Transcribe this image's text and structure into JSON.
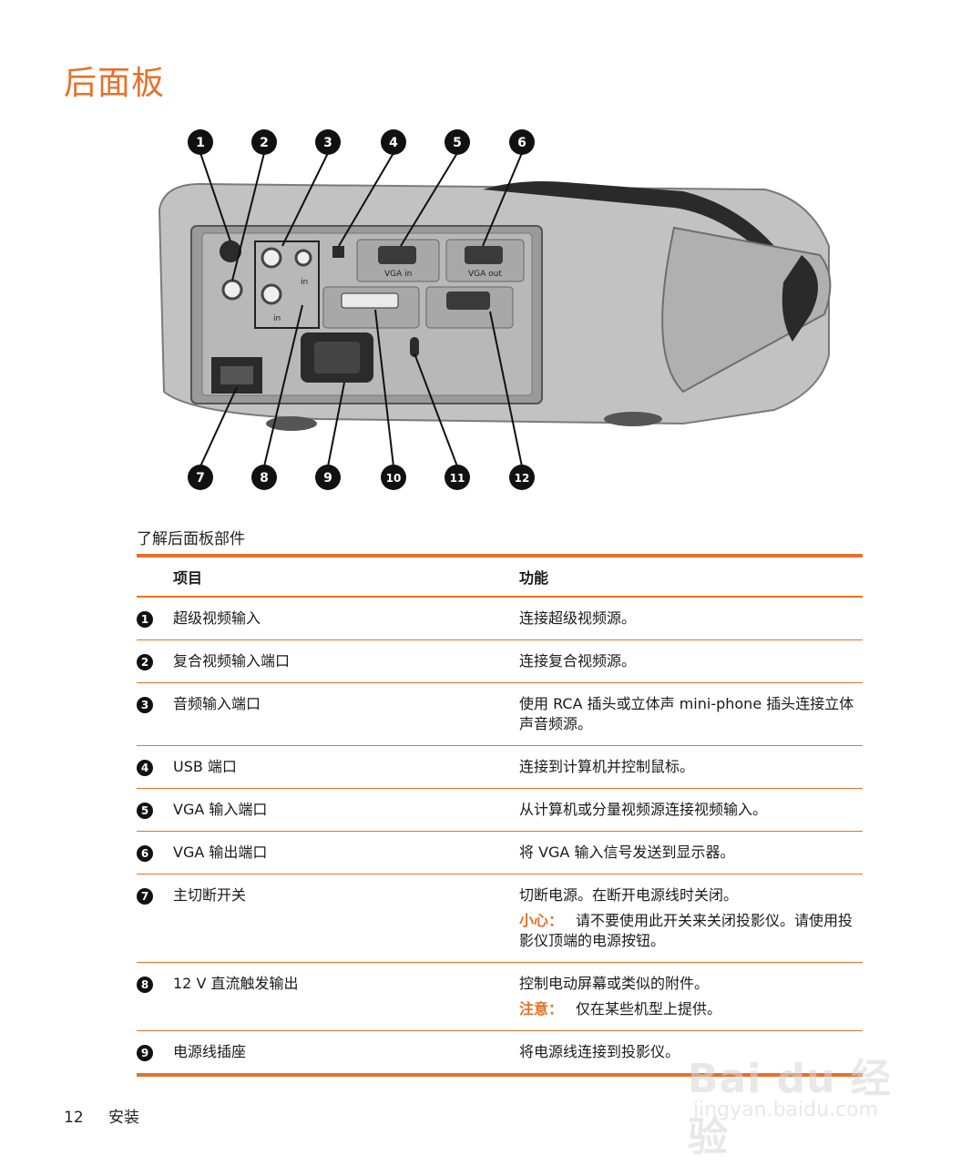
{
  "page": {
    "title": "后面板"
  },
  "figure": {
    "callouts_top": [
      "1",
      "2",
      "3",
      "4",
      "5",
      "6"
    ],
    "callouts_bottom": [
      "7",
      "8",
      "9",
      "10",
      "11",
      "12"
    ],
    "labels": {
      "vga_in": "VGA in",
      "vga_out": "VGA out",
      "audio_in_1": "in",
      "audio_in_2": "in"
    },
    "colors": {
      "body": "#bfbfbf",
      "panel": "#8a8a8a",
      "dark": "#3a3a3a"
    }
  },
  "caption": "了解后面板部件",
  "table": {
    "headers": {
      "item": "项目",
      "function": "功能"
    },
    "rows": [
      {
        "num": "1",
        "item": "超级视频输入",
        "function": "连接超级视频源。"
      },
      {
        "num": "2",
        "item": "复合视频输入端口",
        "function": "连接复合视频源。"
      },
      {
        "num": "3",
        "item": "音频输入端口",
        "function": "使用 RCA 插头或立体声 mini-phone 插头连接立体声音频源。"
      },
      {
        "num": "4",
        "item": "USB 端口",
        "function": "连接到计算机并控制鼠标。"
      },
      {
        "num": "5",
        "item": "VGA 输入端口",
        "function": "从计算机或分量视频源连接视频输入。"
      },
      {
        "num": "6",
        "item": "VGA 输出端口",
        "function": "将 VGA 输入信号发送到显示器。"
      },
      {
        "num": "7",
        "item": "主切断开关",
        "function": "切断电源。在断开电源线时关闭。",
        "note_label": "小心：",
        "note_text": "请不要使用此开关来关闭投影仪。请使用投影仪顶端的电源按钮。"
      },
      {
        "num": "8",
        "item": "12 V 直流触发输出",
        "function": "控制电动屏幕或类似的附件。",
        "note_label": "注意：",
        "note_text": "仅在某些机型上提供。"
      },
      {
        "num": "9",
        "item": "电源线插座",
        "function": "将电源线连接到投影仪。"
      }
    ]
  },
  "footer": {
    "page_number": "12",
    "section": "安装"
  },
  "watermark": {
    "logo": "Bai du 经验",
    "url": "jingyan.baidu.com"
  },
  "accent_color": "#e8702a"
}
